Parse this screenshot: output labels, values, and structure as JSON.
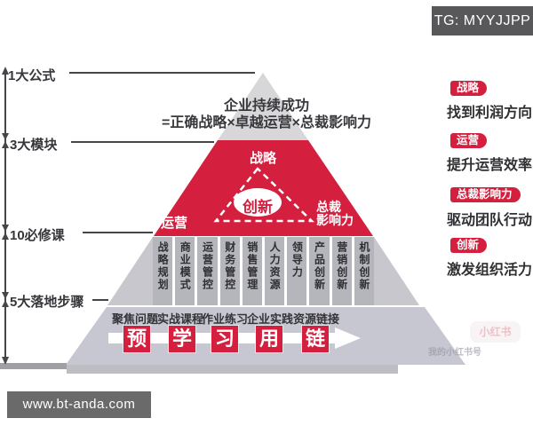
{
  "overlays": {
    "tg_badge": "TG: MYYJJPP",
    "site_bar": "www.bt-anda.com",
    "watermark": {
      "logo": "小红书",
      "text": "我的小红书号"
    }
  },
  "left_axis": {
    "items": [
      {
        "label": "1大公式"
      },
      {
        "label": "3大模块"
      },
      {
        "label": "10必修课"
      },
      {
        "label": "5大落地步骤"
      }
    ]
  },
  "title": {
    "line1": "企业持续成功",
    "line2": "=正确战略×卓越运营×总裁影响力"
  },
  "pyramid": {
    "strategy": "战略",
    "innovation": "创新",
    "operation": "运营",
    "president_line1": "总裁",
    "president_line2": "影响力",
    "courses": [
      "战略规划",
      "商业模式",
      "运营管控",
      "财务管控",
      "销售管理",
      "人力资源",
      "领导力",
      "产品创新",
      "营销创新",
      "机制创新"
    ]
  },
  "steps": {
    "labels": [
      "聚焦问题",
      "实战课程",
      "作业练习",
      "企业实践",
      "资源链接"
    ],
    "chars": [
      "预",
      "学",
      "习",
      "用",
      "链"
    ]
  },
  "right_panel": {
    "items": [
      {
        "badge": "战略",
        "desc": "找到利润方向"
      },
      {
        "badge": "运营",
        "desc": "提升运营效率"
      },
      {
        "badge": "总裁影响力",
        "desc": "驱动团队行动"
      },
      {
        "badge": "创新",
        "desc": "激发组织活力"
      }
    ]
  },
  "colors": {
    "accent_red": "#d41f3e",
    "apex_gray": "#d7d7da",
    "column_gray": "#b5b5bc",
    "wedge_gray": "#c7c7cd",
    "band_gray": "#c7c7d1",
    "dark_text": "#36363a",
    "tg_badge_bg": "#58585a",
    "site_bar_bg": "#6a6a6a"
  }
}
